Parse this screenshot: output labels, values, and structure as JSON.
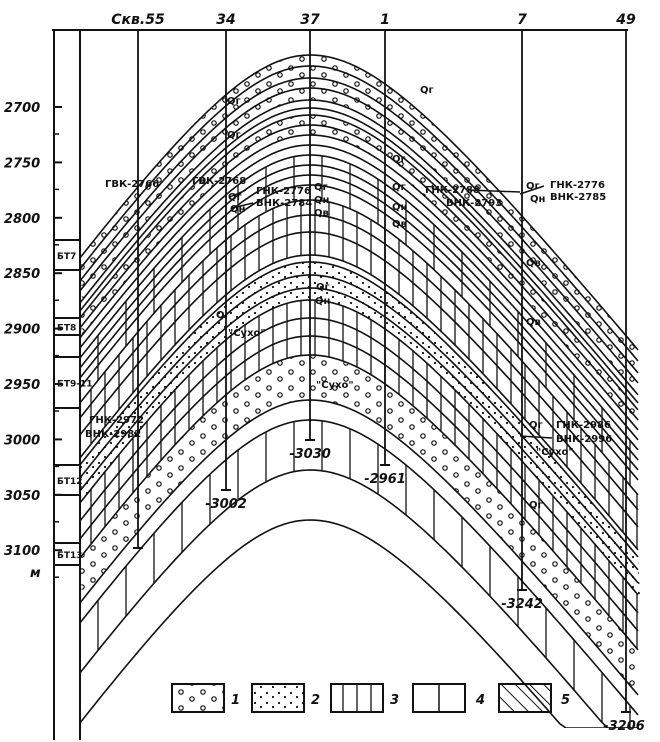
{
  "wells": [
    {
      "name": "Скв.55",
      "bottom": ""
    },
    {
      "name": "34",
      "bottom": "-3002"
    },
    {
      "name": "37",
      "bottom": "-3030"
    },
    {
      "name": "1",
      "bottom": "-2961"
    },
    {
      "name": "7",
      "bottom": "-3242"
    },
    {
      "name": "49",
      "bottom": "-3206"
    }
  ],
  "depth_scale": {
    "ticks": [
      "2700",
      "2750",
      "2800",
      "2850",
      "2900",
      "2950",
      "3000",
      "3050",
      "3100"
    ],
    "unit": "м"
  },
  "strata": [
    "БТ7",
    "БТ8",
    "БТ9-11",
    "БТ12",
    "БТ13"
  ],
  "contacts": [
    "ГВК-2766",
    "ГВК-2768",
    "ГНК-2776",
    "ВНК-2784",
    "ГНК-2788",
    "ВНК-2793",
    "ГНК-2776",
    "ВНК-2785",
    "ГНК-2972",
    "ВНК-2982",
    "ГНК-2986",
    "ВНК-2996"
  ],
  "fluid_labels": {
    "gas": "Qг",
    "oil": "Qн",
    "water": "Qв"
  },
  "dry_label": "\"Сухо\"",
  "legend": [
    "1",
    "2",
    "3",
    "4",
    "5"
  ],
  "colors": {
    "ink": "#111111",
    "paper": "#ffffff"
  }
}
